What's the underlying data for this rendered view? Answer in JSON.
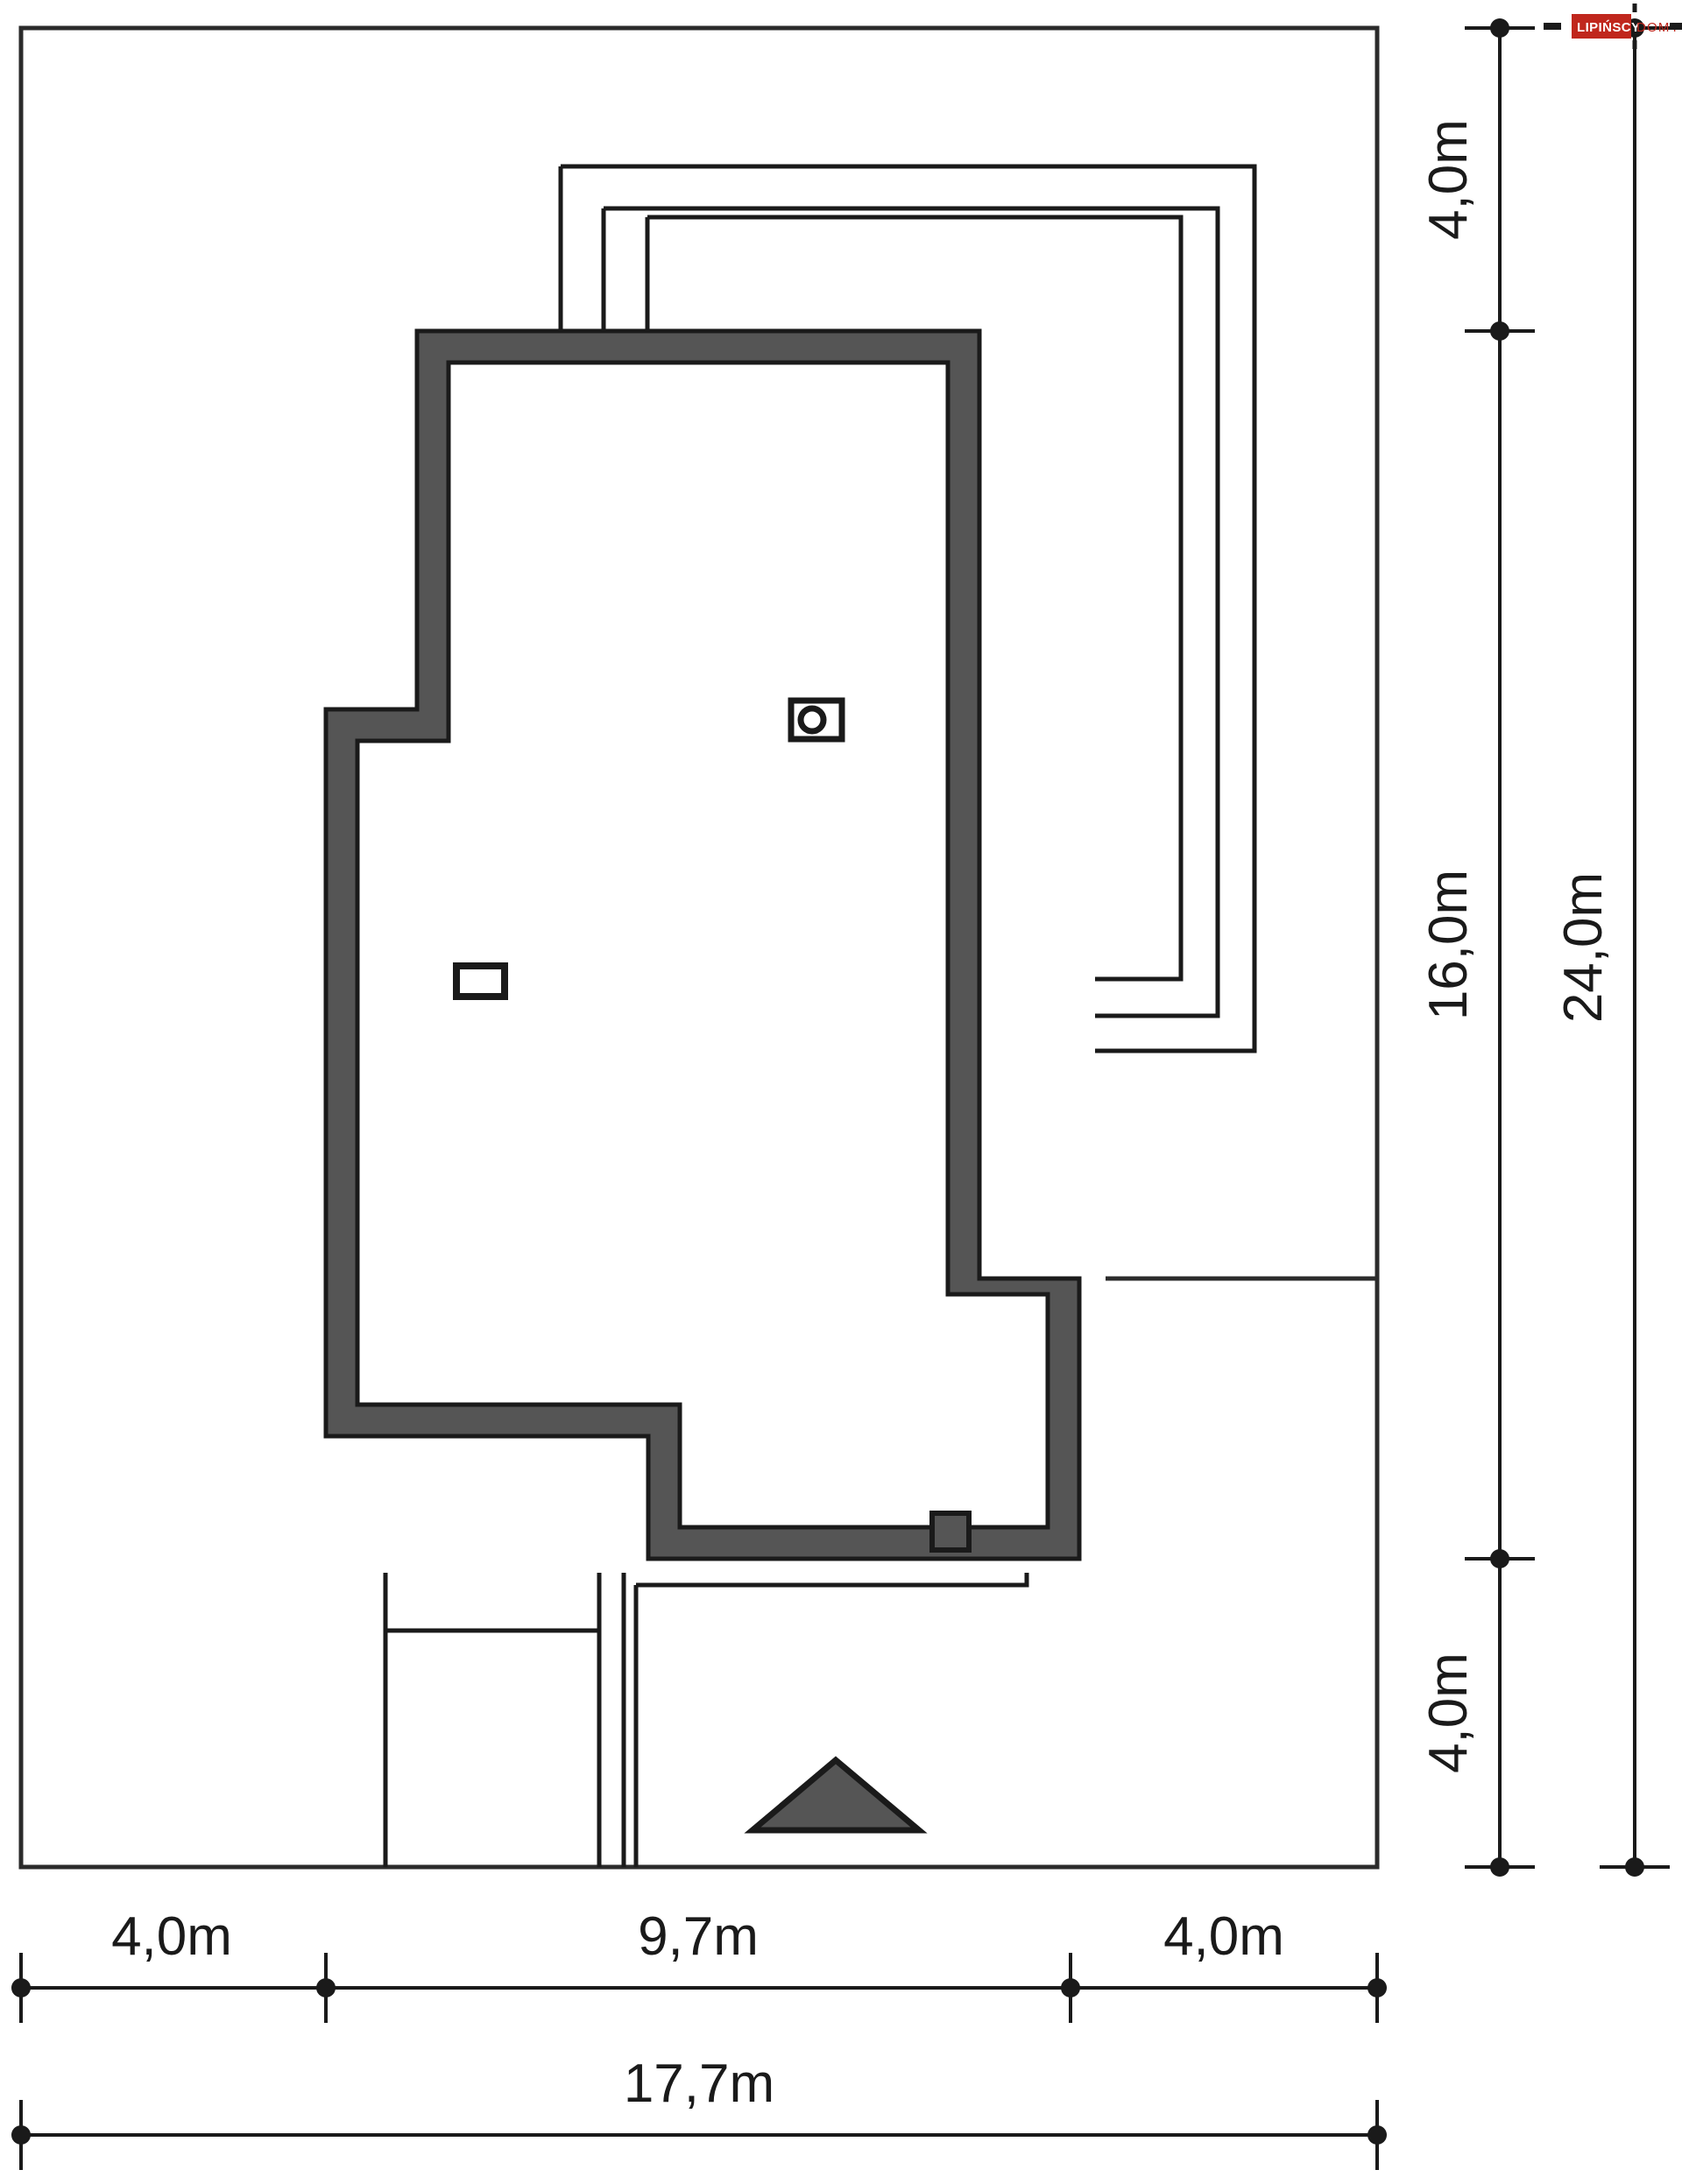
{
  "drawing": {
    "type": "architectural-site-plan",
    "units": "m"
  },
  "logo": {
    "brand_primary": "LIPIŃSCY",
    "brand_secondary": "DOMY",
    "brand_color": "#c0271d",
    "brand_text_color": "#ffffff"
  },
  "dimensions": {
    "right_vertical": [
      {
        "name": "setback-top",
        "label": "4,0m"
      },
      {
        "name": "building-depth",
        "label": "16,0m"
      },
      {
        "name": "setback-bottom",
        "label": "4,0m"
      }
    ],
    "right_total": {
      "name": "plot-depth-total",
      "label": "24,0m"
    },
    "bottom_horizontal": [
      {
        "name": "setback-left",
        "label": "4,0m"
      },
      {
        "name": "building-width",
        "label": "9,7m"
      },
      {
        "name": "setback-right",
        "label": "4,0m"
      }
    ],
    "bottom_total": {
      "name": "plot-width-total",
      "label": "17,7m"
    }
  },
  "colors": {
    "wall_fill": "#555555",
    "line": "#1a1a1a",
    "plot_line": "#2b2b2b",
    "background": "#ffffff"
  },
  "symbols": {
    "chimney": "chimney-with-flue",
    "vent": "roof-vent",
    "column": "support-column",
    "entrance_arrow": "entrance-direction-marker"
  }
}
